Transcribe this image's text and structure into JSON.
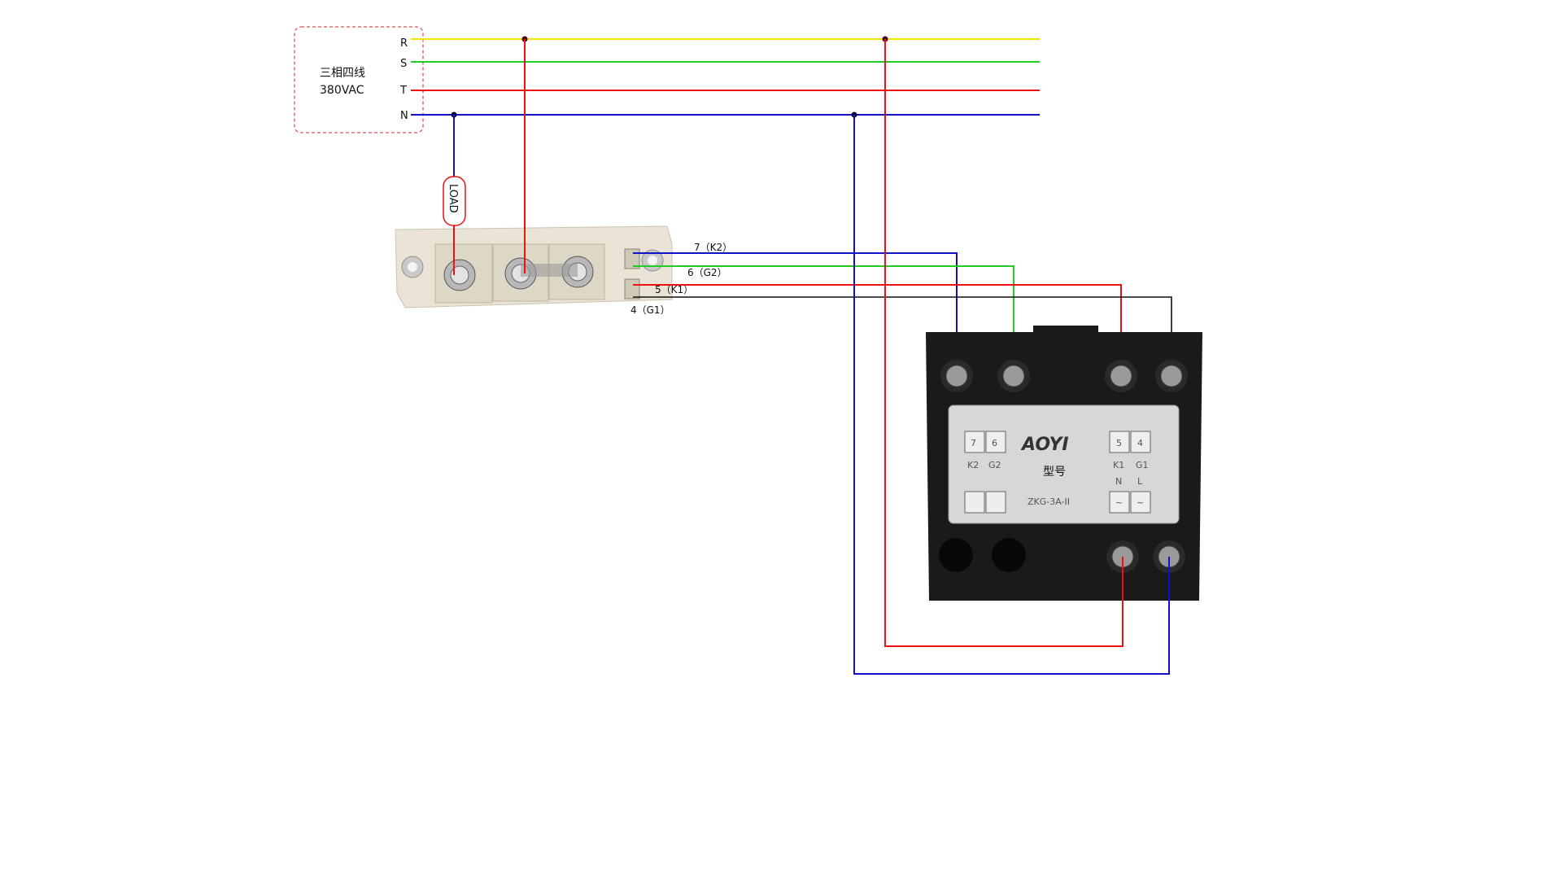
{
  "supply": {
    "line1": "三相四线",
    "line2": "380VAC"
  },
  "phases": [
    "R",
    "S",
    "T",
    "N"
  ],
  "load_label": "LOAD",
  "thyristor_pins": [
    "7（K2）",
    "6（G2）",
    "5（K1）",
    "4（G1）"
  ],
  "module": {
    "brand": "AOYI",
    "model_label": "型号",
    "model_code": "ZKG-3A-II",
    "left_terms": [
      "7",
      "6"
    ],
    "left_term_labels": [
      "K2",
      "G2"
    ],
    "right_terms": [
      "5",
      "4"
    ],
    "right_term_labels": [
      "K1",
      "G1"
    ],
    "power_labels": [
      "N",
      "L"
    ],
    "tilde": "~"
  },
  "colors": {
    "R": "#f2e400",
    "S": "#22cc22",
    "T": "#ee1111",
    "N": "#1111cc",
    "black": "#111111",
    "supply_border": "#e05050"
  }
}
